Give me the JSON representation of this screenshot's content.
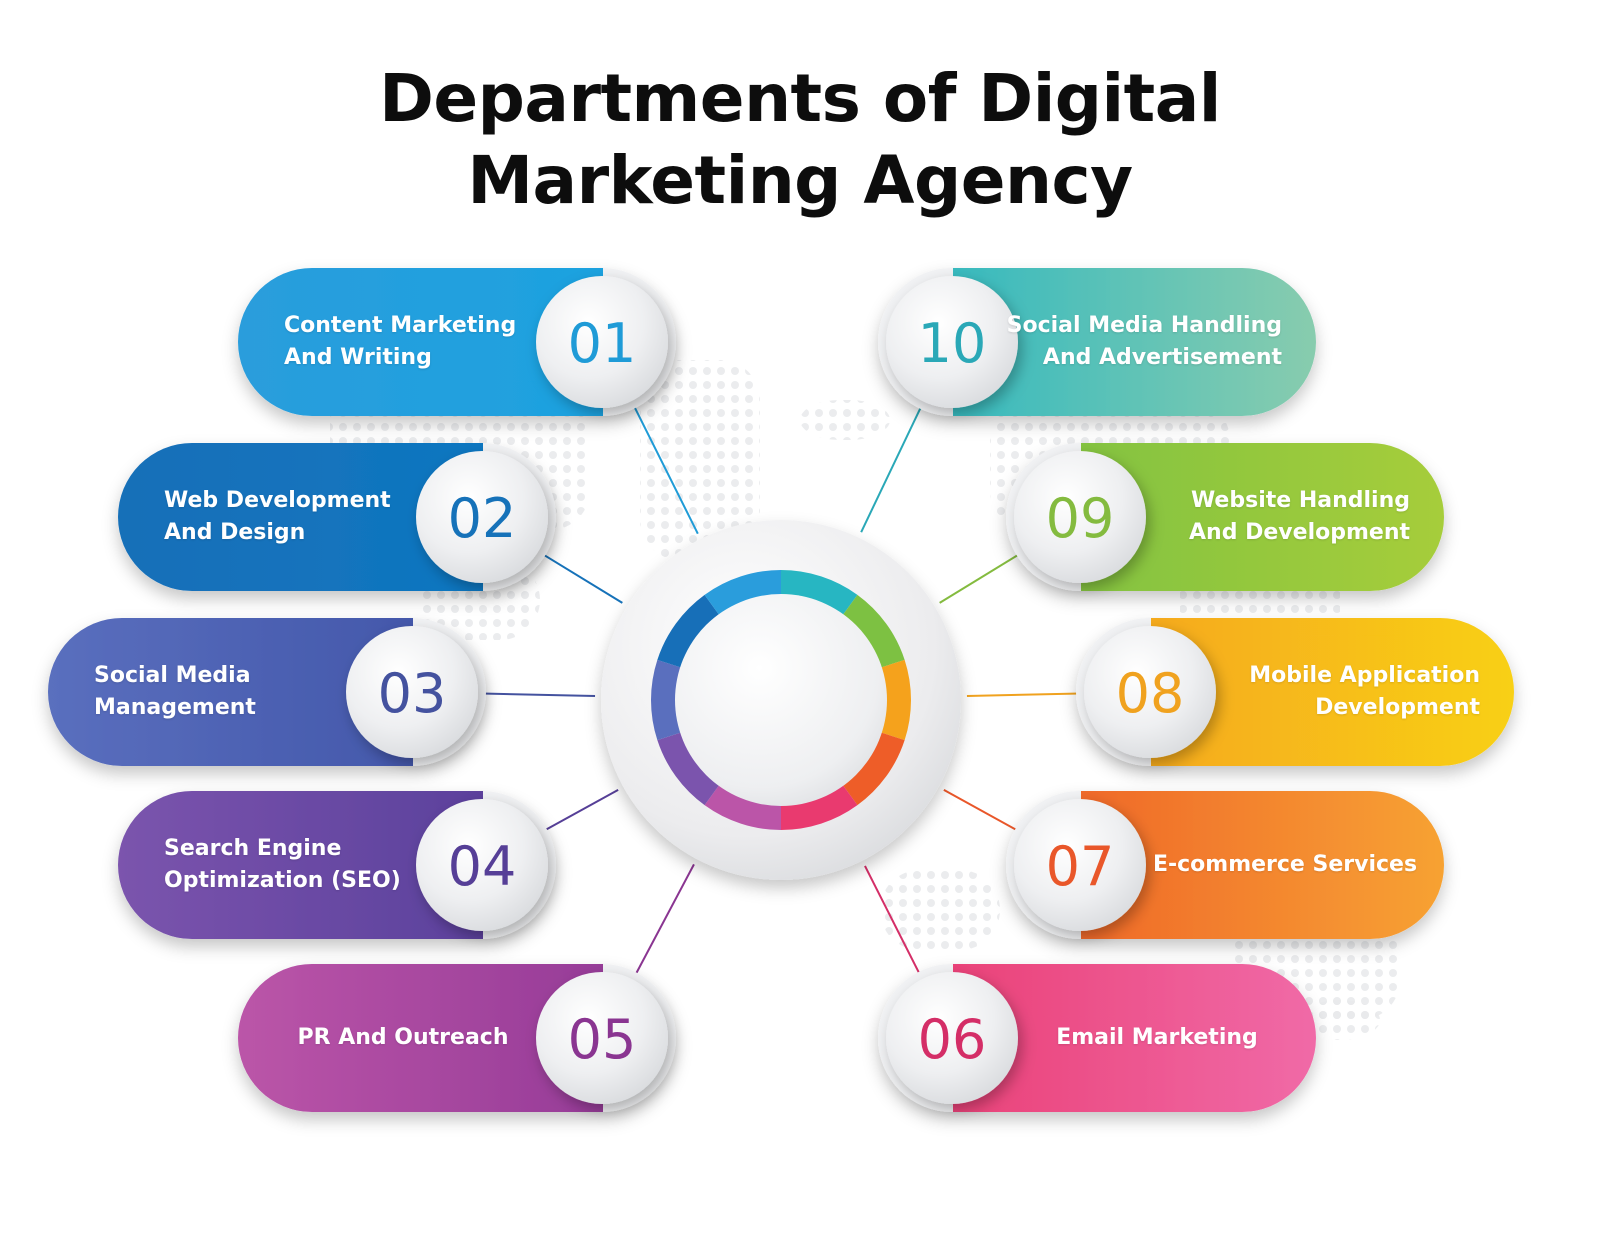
{
  "title": {
    "line1": "Departments of Digital",
    "line2": "Marketing Agency"
  },
  "departments": [
    {
      "number": "01",
      "lines": [
        "Content Marketing",
        "And Writing"
      ],
      "color_start": "#2a9ddc",
      "color_end": "#1aa3e0",
      "accent": "#1f9bd7"
    },
    {
      "number": "02",
      "lines": [
        "Web Development",
        "And Design"
      ],
      "color_start": "#176fb8",
      "color_end": "#0d78c2",
      "accent": "#1672b9"
    },
    {
      "number": "03",
      "lines": [
        "Social Media",
        "Management"
      ],
      "color_start": "#5a6fbe",
      "color_end": "#3f53a7",
      "accent": "#44529f"
    },
    {
      "number": "04",
      "lines": [
        "Search Engine",
        "Optimization (SEO)"
      ],
      "color_start": "#7b54ad",
      "color_end": "#553d99",
      "accent": "#563f97"
    },
    {
      "number": "05",
      "lines": [
        "PR And Outreach"
      ],
      "color_start": "#bb55a8",
      "color_end": "#8f3795",
      "accent": "#8a3591"
    },
    {
      "number": "06",
      "lines": [
        "Email Marketing"
      ],
      "color_start": "#e93a6f",
      "color_end": "#f06aa7",
      "accent": "#d42e67"
    },
    {
      "number": "07",
      "lines": [
        "E-commerce Services"
      ],
      "color_start": "#ee5d28",
      "color_end": "#f7a233",
      "accent": "#e9572a"
    },
    {
      "number": "08",
      "lines": [
        "Mobile Application",
        "Development"
      ],
      "color_start": "#f5a21c",
      "color_end": "#f8d018",
      "accent": "#f0a21f"
    },
    {
      "number": "09",
      "lines": [
        "Website Handling",
        "And Development"
      ],
      "color_start": "#7dc142",
      "color_end": "#a6cd3a",
      "accent": "#84bb3f"
    },
    {
      "number": "10",
      "lines": [
        "Social Media Handling",
        "And Advertisement"
      ],
      "color_start": "#27b6c2",
      "color_end": "#88ccae",
      "accent": "#2aa8b7"
    }
  ]
}
